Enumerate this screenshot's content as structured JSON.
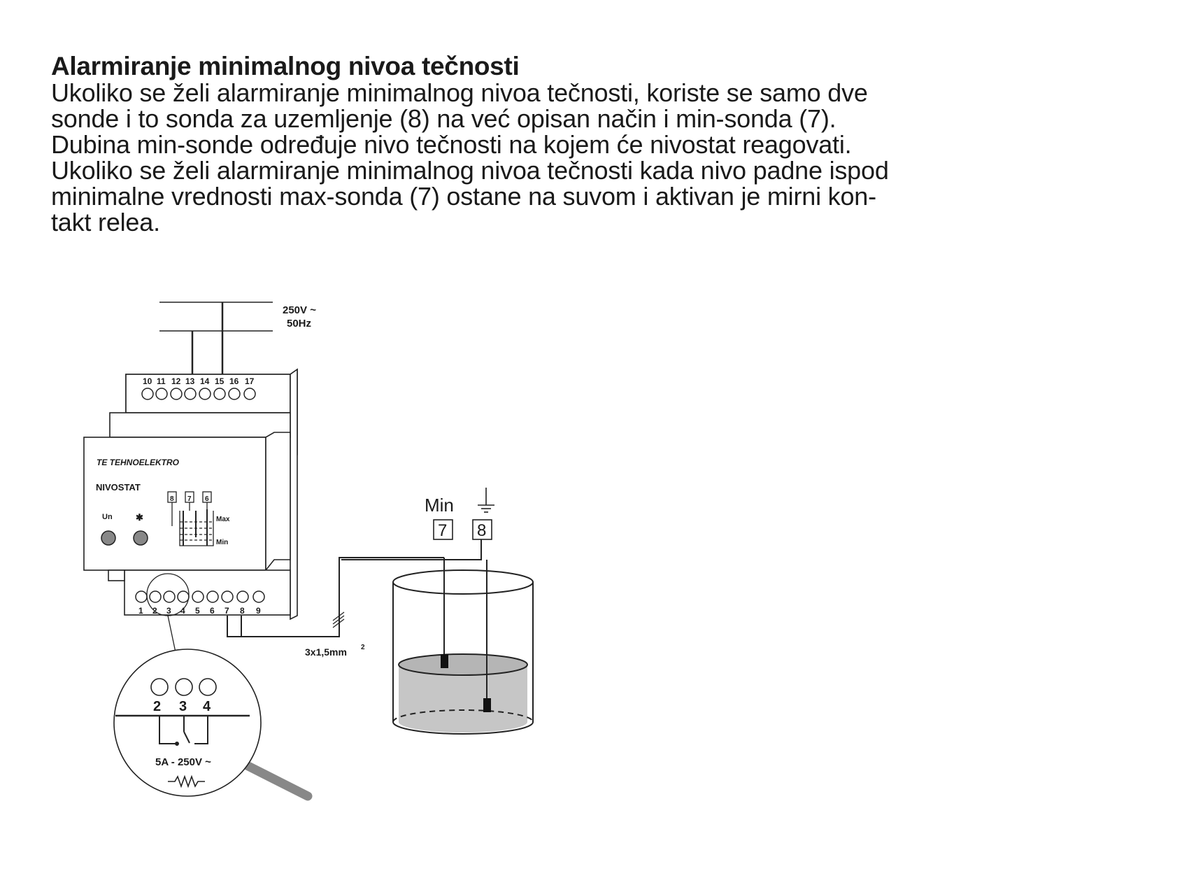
{
  "document": {
    "heading": "Alarmiranje minimalnog nivoa tečnosti",
    "lines": [
      "Ukoliko se želi alarmiranje minimalnog nivoa tečnosti, koriste se samo dve",
      "sonde i to sonda za uzemljenje (8) na već opisan način i min-sonda (7).",
      "Dubina min-sonde određuje nivo tečnosti na kojem će nivostat reagovati.",
      "Ukoliko se želi alarmiranje minimalnog nivoa tečnosti kada nivo padne ispod",
      "minimalne vrednosti max-sonda (7) ostane na suvom i aktivan je mirni kon-",
      "takt relea."
    ]
  },
  "diagram": {
    "supply_voltage": "250V ~",
    "supply_frequency": "50Hz",
    "top_terminals": [
      "10",
      "11",
      "12",
      "13",
      "14",
      "15",
      "16",
      "17"
    ],
    "bottom_terminals": [
      "1",
      "2",
      "3",
      "4",
      "5",
      "6",
      "7",
      "8",
      "9"
    ],
    "brand": "TE TEHNOELEKTRO",
    "device_name": "NIVOSTAT",
    "led_un": "Un",
    "led_relay_symbol": "✱",
    "mini_probe_labels": [
      "8",
      "7",
      "6"
    ],
    "mini_max": "Max",
    "mini_min": "Min",
    "cable_spec": "3x1,5mm",
    "cable_spec_sup": "2",
    "probe_min_label": "Min",
    "probe_box_7": "7",
    "probe_box_8": "8",
    "magnifier_terminals": [
      "2",
      "3",
      "4"
    ],
    "relay_rating": "5A - 250V ~"
  }
}
